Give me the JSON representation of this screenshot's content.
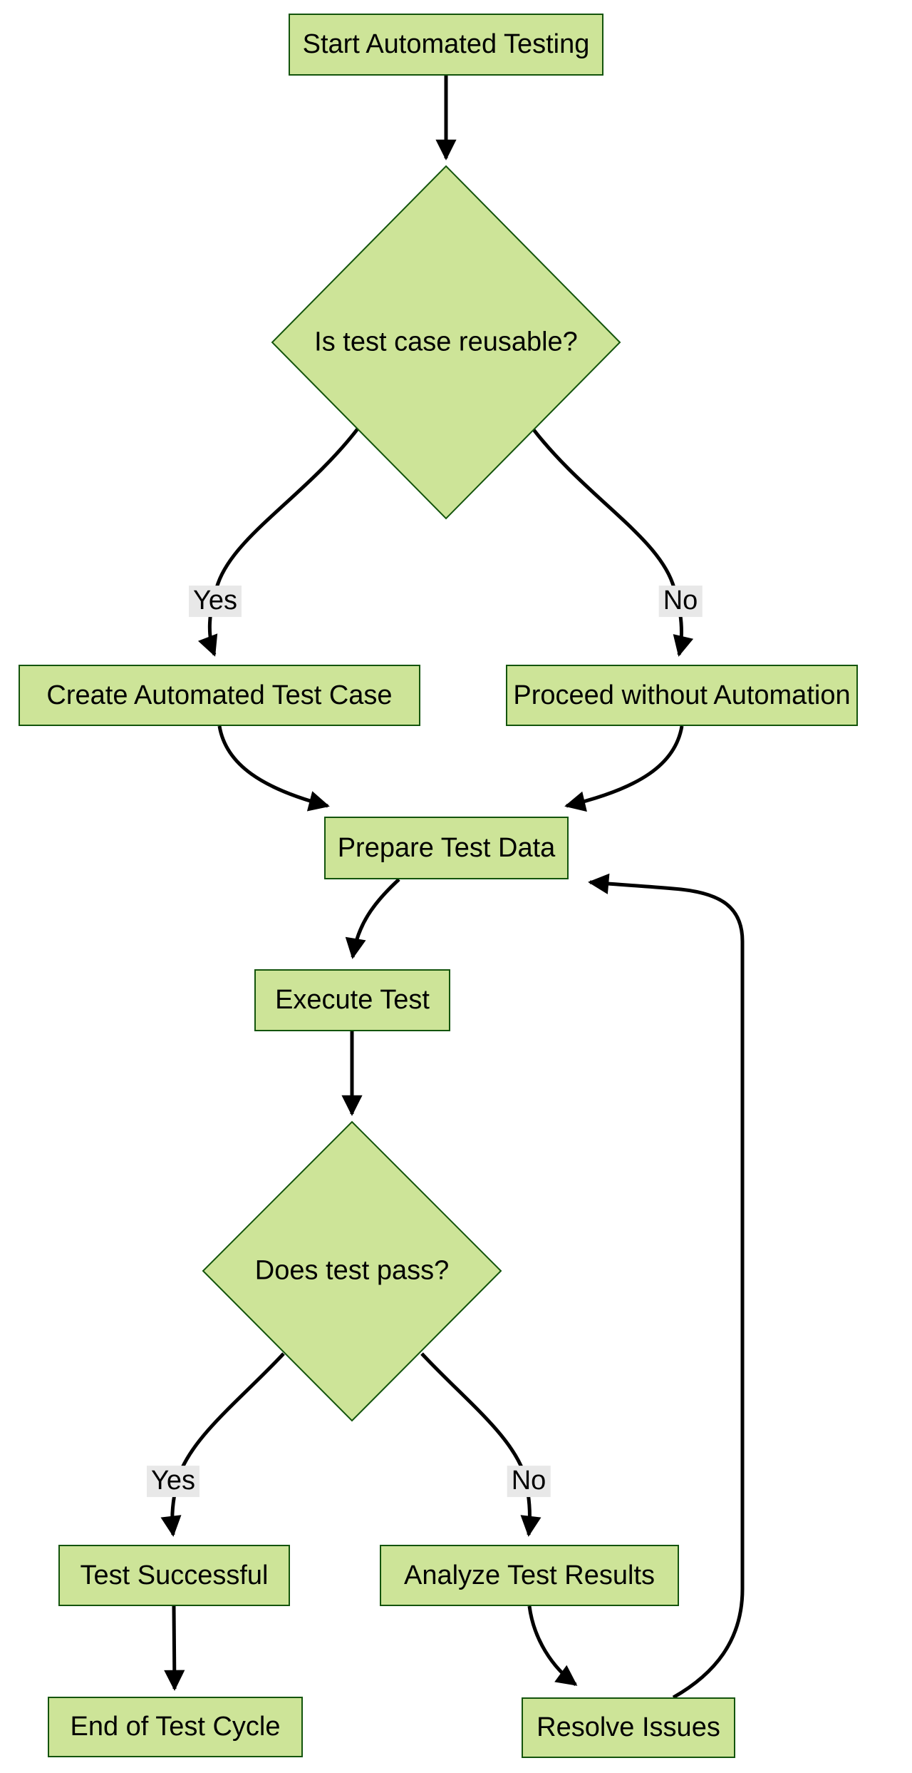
{
  "diagram": {
    "type": "flowchart",
    "direction": "top-down",
    "theme": {
      "node_fill": "#cde498",
      "node_border": "#13540c",
      "edge_color": "#000000",
      "edge_label_bg": "#e8e8e8",
      "text_color": "#000000",
      "background": "#ffffff"
    },
    "nodes": [
      {
        "id": "start",
        "type": "rect",
        "label": "Start Automated Testing"
      },
      {
        "id": "reusable",
        "type": "diamond",
        "label": "Is test case reusable?"
      },
      {
        "id": "create",
        "type": "rect",
        "label": "Create Automated Test Case"
      },
      {
        "id": "proceed",
        "type": "rect",
        "label": "Proceed without Automation"
      },
      {
        "id": "prepare",
        "type": "rect",
        "label": "Prepare Test Data"
      },
      {
        "id": "execute",
        "type": "rect",
        "label": "Execute Test"
      },
      {
        "id": "pass",
        "type": "diamond",
        "label": "Does test pass?"
      },
      {
        "id": "success",
        "type": "rect",
        "label": "Test Successful"
      },
      {
        "id": "analyze",
        "type": "rect",
        "label": "Analyze Test Results"
      },
      {
        "id": "end",
        "type": "rect",
        "label": "End of Test Cycle"
      },
      {
        "id": "resolve",
        "type": "rect",
        "label": "Resolve Issues"
      }
    ],
    "edges": [
      {
        "from": "start",
        "to": "reusable",
        "label": ""
      },
      {
        "from": "reusable",
        "to": "create",
        "label": "Yes"
      },
      {
        "from": "reusable",
        "to": "proceed",
        "label": "No"
      },
      {
        "from": "create",
        "to": "prepare",
        "label": ""
      },
      {
        "from": "proceed",
        "to": "prepare",
        "label": ""
      },
      {
        "from": "prepare",
        "to": "execute",
        "label": ""
      },
      {
        "from": "execute",
        "to": "pass",
        "label": ""
      },
      {
        "from": "pass",
        "to": "success",
        "label": "Yes"
      },
      {
        "from": "pass",
        "to": "analyze",
        "label": "No"
      },
      {
        "from": "success",
        "to": "end",
        "label": ""
      },
      {
        "from": "analyze",
        "to": "resolve",
        "label": ""
      },
      {
        "from": "resolve",
        "to": "prepare",
        "label": ""
      }
    ]
  }
}
